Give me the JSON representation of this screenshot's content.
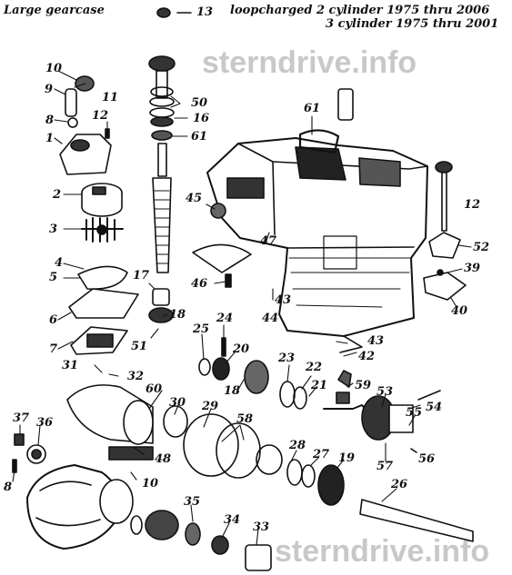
{
  "header": {
    "title_left": "Large gearcase",
    "title_right_1": "loopcharged 2 cylinder 1975 thru 2006",
    "title_right_2": "3 cylinder 1975 thru 2001"
  },
  "watermarks": [
    "sterndrive.info",
    "sterndrive.info"
  ],
  "callouts": [
    "13",
    "10",
    "11",
    "9",
    "50",
    "16",
    "8",
    "12",
    "61",
    "1",
    "61",
    "2",
    "45",
    "12",
    "3",
    "47",
    "52",
    "4",
    "39",
    "5",
    "17",
    "46",
    "43",
    "40",
    "6",
    "18",
    "44",
    "7",
    "51",
    "25",
    "24",
    "20",
    "43",
    "42",
    "31",
    "32",
    "23",
    "22",
    "59",
    "60",
    "21",
    "53",
    "54",
    "18",
    "30",
    "29",
    "58",
    "55",
    "56",
    "37",
    "36",
    "48",
    "57",
    "28",
    "27",
    "19",
    "8",
    "10",
    "26",
    "35",
    "34",
    "33"
  ]
}
